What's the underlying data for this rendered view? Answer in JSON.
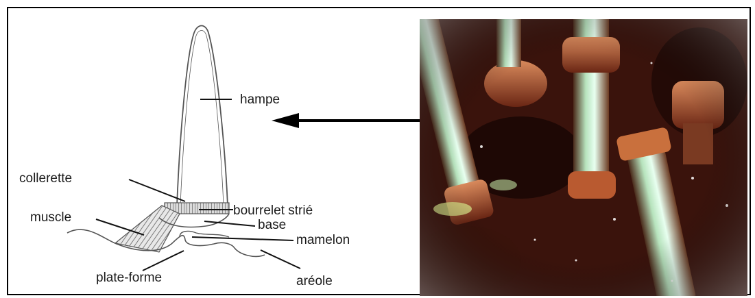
{
  "labels": {
    "hampe": "hampe",
    "collerette": "collerette",
    "bourrelet": "bourrelet strié",
    "muscle": "muscle",
    "base": "base",
    "mamelon": "mamelon",
    "plateforme": "plate-forme",
    "areole": "aréole"
  },
  "colors": {
    "outline": "#555555",
    "arrow": "#000000",
    "photo_dark": "#2a0d08",
    "photo_stem": "#9ac6a0",
    "photo_cap": "#b5582a"
  },
  "photo": {
    "subject": "micrograph-of-setae"
  }
}
